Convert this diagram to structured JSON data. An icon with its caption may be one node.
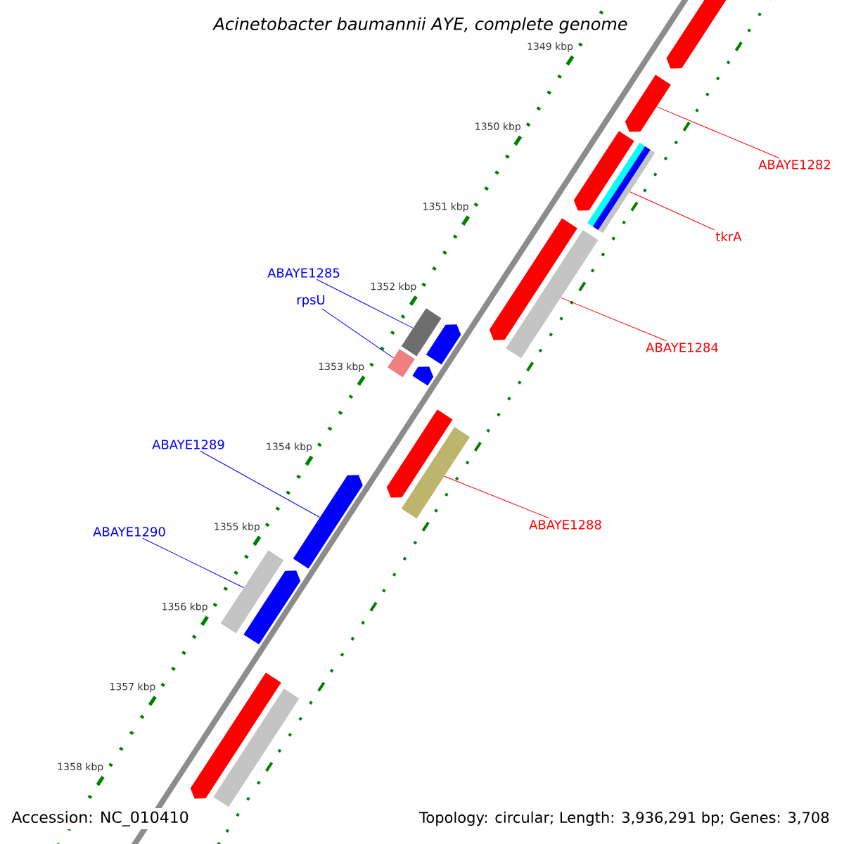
{
  "diagram": {
    "title": "Acinetobacter baumannii AYE, complete genome",
    "nodes": [
      {
        "text": [
          "ABAYE1282"
        ]
      },
      {
        "text": [
          "tkrA"
        ]
      },
      {
        "text": [
          "ABAYE1285"
        ]
      },
      {
        "text": [
          "rpsU"
        ]
      },
      {
        "text": [
          "ABAYE1284"
        ]
      },
      {
        "text": [
          "ABAYE1289"
        ]
      },
      {
        "text": [
          "ABAYE1288"
        ]
      },
      {
        "text": [
          "ABAYE1290"
        ]
      },
      {
        "text": [],
        "shape": "bar"
      },
      {
        "text": [],
        "shape": "bar"
      },
      {
        "text": [],
        "shape": "bar"
      },
      {
        "text": [],
        "shape": "bar"
      },
      {
        "text": [],
        "shape": "bar"
      },
      {
        "text": [],
        "shape": "bar"
      },
      {
        "text": [],
        "shape": "bar"
      },
      {
        "text": [],
        "shape": "bar"
      },
      {
        "text": [],
        "shape": "bar"
      },
      {
        "text": [],
        "shape": "bar"
      },
      {
        "text": [],
        "shape": "bar"
      },
      {
        "text": [],
        "shape": "bar"
      },
      {
        "text": [],
        "shape": "bar"
      },
      {
        "text": [],
        "shape": "bar"
      },
      {
        "text": [],
        "shape": "bar"
      },
      {
        "text": [],
        "shape": "bar"
      },
      {
        "text": [],
        "shape": "bar"
      }
    ],
    "edges": [
      {
        "from": 0,
        "to": 9,
        "arrow": "none",
        "color": "#ff0000"
      },
      {
        "from": 1,
        "to": 11,
        "arrow": "none",
        "color": "#ff0000"
      },
      {
        "from": 2,
        "to": 14,
        "arrow": "none",
        "color": "#0000ff"
      },
      {
        "from": 3,
        "to": 16,
        "arrow": "none",
        "color": "#0000ff"
      },
      {
        "from": 4,
        "to": 13,
        "arrow": "none",
        "color": "#ff0000"
      },
      {
        "from": 5,
        "to": 20,
        "arrow": "none",
        "color": "#0000ff"
      },
      {
        "from": 6,
        "to": 19,
        "arrow": "none",
        "color": "#ff0000"
      },
      {
        "from": 7,
        "to": 21,
        "arrow": "none",
        "color": "#0000ff"
      }
    ],
    "labels": [
      "1349 kbp",
      "1350 kbp",
      "1351 kbp",
      "1352 kbp",
      "1353 kbp",
      "1354 kbp",
      "1355 kbp",
      "1356 kbp",
      "1357 kbp",
      "1358 kbp",
      "Accession: NC_010410",
      "Topology: circular; Length: 3,936,291 bp; Genes: 3,708"
    ]
  }
}
